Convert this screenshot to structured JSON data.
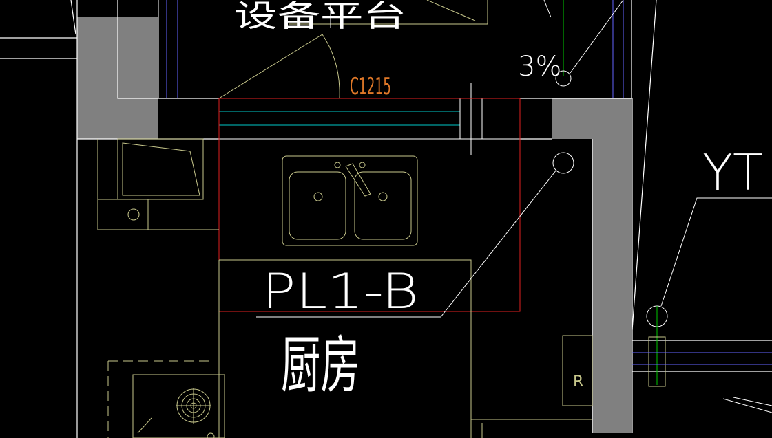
{
  "colors": {
    "background": "#000000",
    "wall_fill": "#808080",
    "line_white": "#ffffff",
    "line_yellow": "#c8c88c",
    "line_cyan": "#00c8c8",
    "line_blue": "#6464ff",
    "line_green": "#00c800",
    "line_red": "#e02020",
    "text_orange": "#e07828"
  },
  "labels": {
    "window_code": "C1215",
    "pipe_tag": "PL1-B",
    "room_name": "厨房",
    "slope_text": "3%",
    "partial_tag": "YT",
    "top_text": "设备平台",
    "fridge_mark": "R"
  },
  "icons": {
    "sink": "double-bowl-sink-icon",
    "stove": "gas-stove-icon",
    "pipe": "riser-pipe-circle-icon"
  }
}
